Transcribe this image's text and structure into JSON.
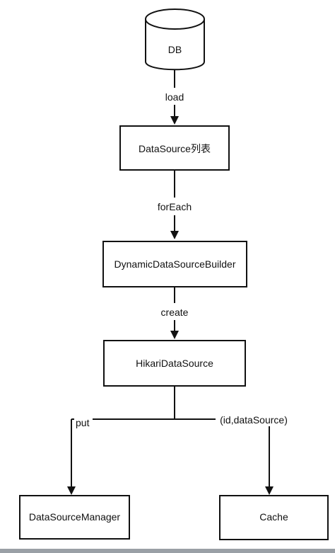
{
  "nodes": {
    "db": {
      "label": "DB"
    },
    "datasource_list": {
      "label": "DataSource列表"
    },
    "builder": {
      "label": "DynamicDataSourceBuilder"
    },
    "hikari": {
      "label": "HikariDataSource"
    },
    "manager": {
      "label": "DataSourceManager"
    },
    "cache": {
      "label": "Cache"
    }
  },
  "edges": {
    "load": {
      "label": "load"
    },
    "for_each": {
      "label": "forEach"
    },
    "create": {
      "label": "create"
    },
    "put": {
      "label": "put"
    },
    "id_data_source": {
      "label": "(id,dataSource)"
    }
  }
}
